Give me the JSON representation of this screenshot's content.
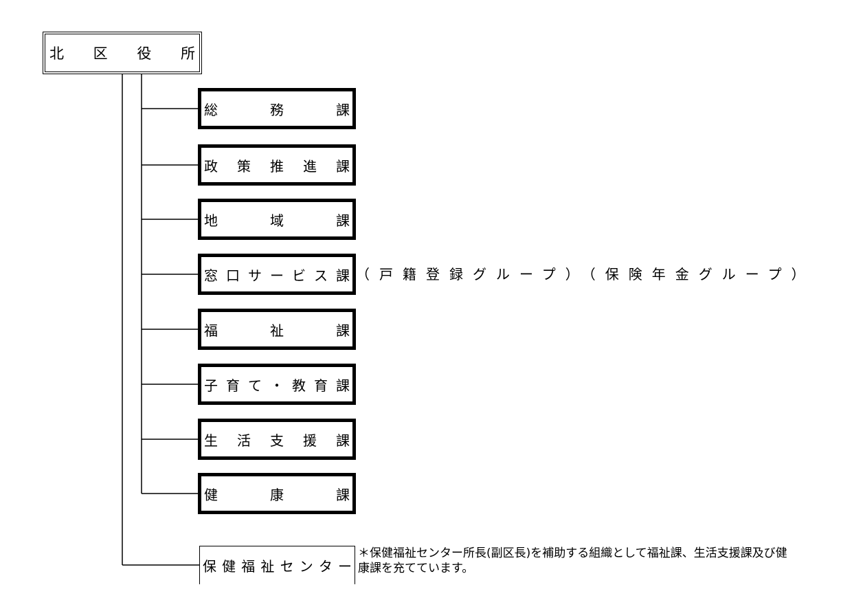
{
  "root": {
    "label": "北区役所"
  },
  "departments": [
    {
      "label": "総務課"
    },
    {
      "label": "政策推進課"
    },
    {
      "label": "地域課"
    },
    {
      "label": "窓口サービス課"
    },
    {
      "label": "福祉課"
    },
    {
      "label": "子育て・教育課"
    },
    {
      "label": "生活支援課"
    },
    {
      "label": "健康課"
    }
  ],
  "madoguchi_groups": "（戸籍登録グループ）（保険年金グループ）",
  "center": {
    "label": "保健福祉センター"
  },
  "note": "＊保健福祉センター所長(副区長)を補助する組織として福祉課、生活支援課及び健康課を充てています。"
}
